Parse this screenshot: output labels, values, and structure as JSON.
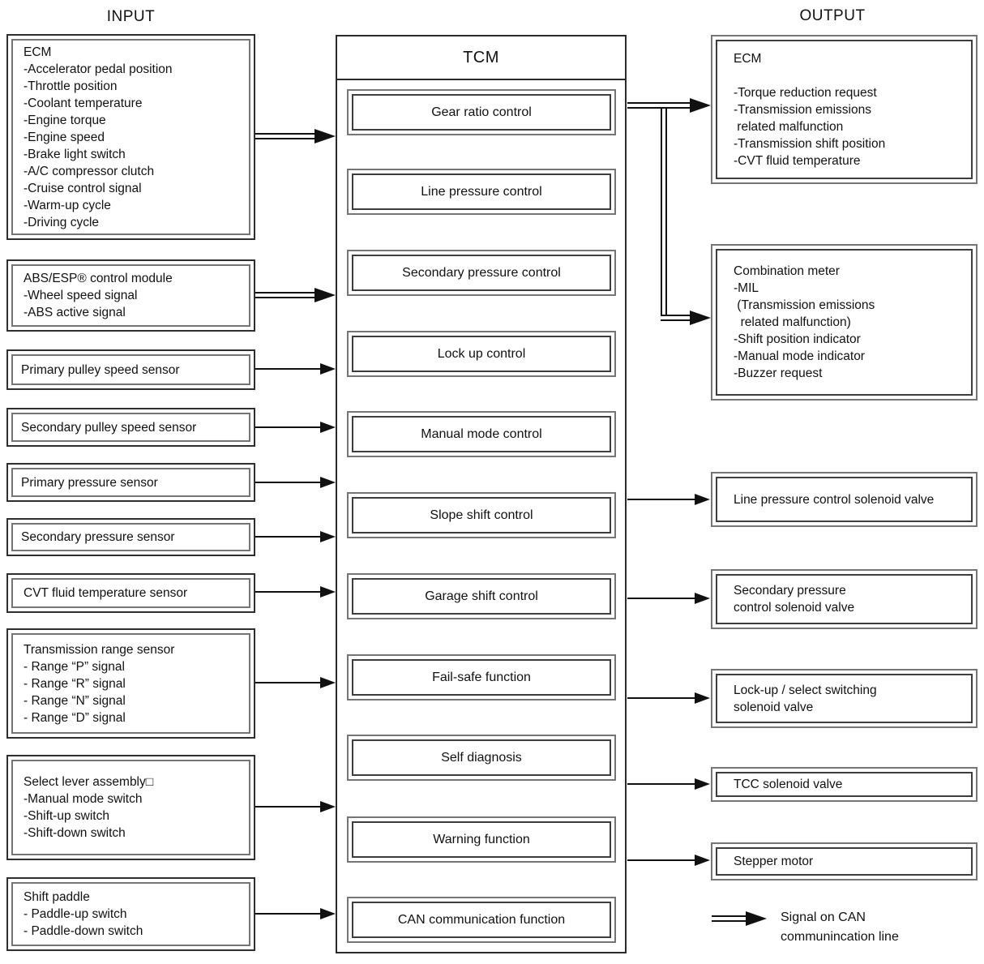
{
  "headings": {
    "input": "INPUT",
    "output": "OUTPUT"
  },
  "tcm": {
    "title": "TCM",
    "functions": [
      "Gear ratio control",
      "Line pressure control",
      "Secondary pressure control",
      "Lock up control",
      "Manual mode control",
      "Slope shift control",
      "Garage shift control",
      "Fail-safe function",
      "Self diagnosis",
      "Warning function",
      "CAN communication function"
    ]
  },
  "inputs": [
    {
      "signal": "can",
      "lines": [
        "ECM",
        "-Accelerator pedal position",
        "-Throttle position",
        "-Coolant temperature",
        "-Engine torque",
        "-Engine speed",
        "-Brake light switch",
        "-A/C compressor clutch",
        "-Cruise control signal",
        "-Warm-up cycle",
        "-Driving cycle"
      ]
    },
    {
      "signal": "can",
      "lines": [
        "ABS/ESP® control module",
        "-Wheel speed signal",
        "-ABS active signal"
      ]
    },
    {
      "signal": "direct",
      "lines": [
        "Primary pulley speed sensor"
      ]
    },
    {
      "signal": "direct",
      "lines": [
        "Secondary pulley speed sensor"
      ]
    },
    {
      "signal": "direct",
      "lines": [
        "Primary pressure sensor"
      ]
    },
    {
      "signal": "direct",
      "lines": [
        "Secondary pressure sensor"
      ]
    },
    {
      "signal": "direct",
      "lines": [
        "CVT fluid temperature sensor"
      ]
    },
    {
      "signal": "direct",
      "lines": [
        "Transmission range sensor",
        "- Range “P” signal",
        "- Range “R” signal",
        "- Range “N” signal",
        "- Range “D” signal"
      ]
    },
    {
      "signal": "direct",
      "lines": [
        "Select lever assembly□",
        "-Manual mode switch",
        "-Shift-up switch",
        "-Shift-down switch"
      ]
    },
    {
      "signal": "direct",
      "lines": [
        "Shift paddle",
        "- Paddle-up switch",
        "- Paddle-down switch"
      ]
    }
  ],
  "outputs": [
    {
      "signal": "can",
      "lines": [
        "ECM",
        "",
        "-Torque reduction request",
        "-Transmission emissions",
        " related malfunction",
        "-Transmission shift position",
        "-CVT fluid temperature"
      ]
    },
    {
      "signal": "can",
      "lines": [
        "Combination meter",
        "-MIL",
        " (Transmission emissions",
        "  related malfunction)",
        "-Shift position indicator",
        "-Manual mode indicator",
        "-Buzzer request"
      ]
    },
    {
      "signal": "direct",
      "lines": [
        "Line pressure control solenoid valve"
      ]
    },
    {
      "signal": "direct",
      "lines": [
        "Secondary pressure",
        "control solenoid valve"
      ]
    },
    {
      "signal": "direct",
      "lines": [
        "Lock-up / select switching",
        "solenoid valve"
      ]
    },
    {
      "signal": "direct",
      "lines": [
        "TCC solenoid valve"
      ]
    },
    {
      "signal": "direct",
      "lines": [
        "Stepper motor"
      ]
    }
  ],
  "legend": {
    "lines": [
      "Signal on CAN",
      "communincation line"
    ]
  },
  "colors": {
    "background": "#ffffff",
    "line": "#111111",
    "border_outer": "#2e2e2e",
    "border_inner": "#757575",
    "text": "#111111"
  }
}
